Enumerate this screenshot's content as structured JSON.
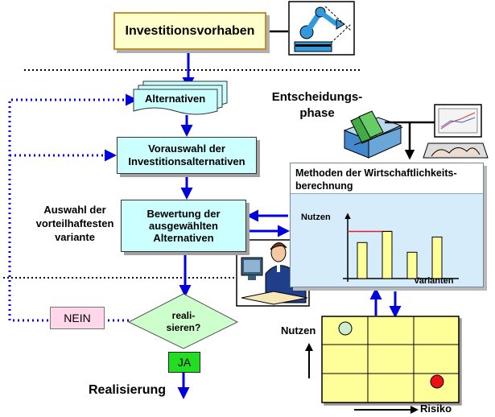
{
  "boxes": {
    "start": "Investitionsvorhaben",
    "alternatives": "Alternativen",
    "prescreen_line1": "Vorauswahl der",
    "prescreen_line2": "Investitionsalternativen",
    "eval_line1": "Bewertung der",
    "eval_line2": "ausgewählten",
    "eval_line3": "Alternativen",
    "decision_line1": "reali-",
    "decision_line2": "sieren?",
    "no": "NEIN",
    "yes": "JA"
  },
  "labels": {
    "phase_line1": "Entscheidungs-",
    "phase_line2": "phase",
    "selection_line1": "Auswahl der",
    "selection_line2": "vorteilhaftesten",
    "selection_line3": "variante",
    "realization": "Realisierung"
  },
  "methods_panel": {
    "title_line1": "Methoden der Wirtschaftlichkeits-",
    "title_line2": "berechnung"
  },
  "chart_data": {
    "type": "bar",
    "ylabel": "Nutzen",
    "xlabel": "Varianten",
    "categories": [
      "",
      "",
      "",
      ""
    ],
    "values": [
      52,
      68,
      38,
      60
    ],
    "ylim": [
      0,
      100
    ],
    "reference_line": 68
  },
  "matrix": {
    "ylabel": "Nutzen",
    "xlabel": "Risiko",
    "rows": 3,
    "cols": 3,
    "markers": [
      {
        "row": 0,
        "col": 0,
        "color": "#cceecc"
      },
      {
        "row": 2,
        "col": 2,
        "color": "#ee1111"
      }
    ]
  },
  "icons": [
    "robot-arm-icon",
    "binders-icon",
    "computer-icon",
    "person-at-desk-icon"
  ],
  "colors": {
    "arrow": "#0000dd",
    "start_fill": "#ffffcc",
    "process_fill": "#ccffff",
    "decision_fill": "#ccffcc",
    "no_fill": "#ffd6ea",
    "yes_fill": "#22dd22",
    "matrix_fill": "#ffff99",
    "bar_fill": "#ffff99",
    "ref_line": "#dd2222"
  }
}
